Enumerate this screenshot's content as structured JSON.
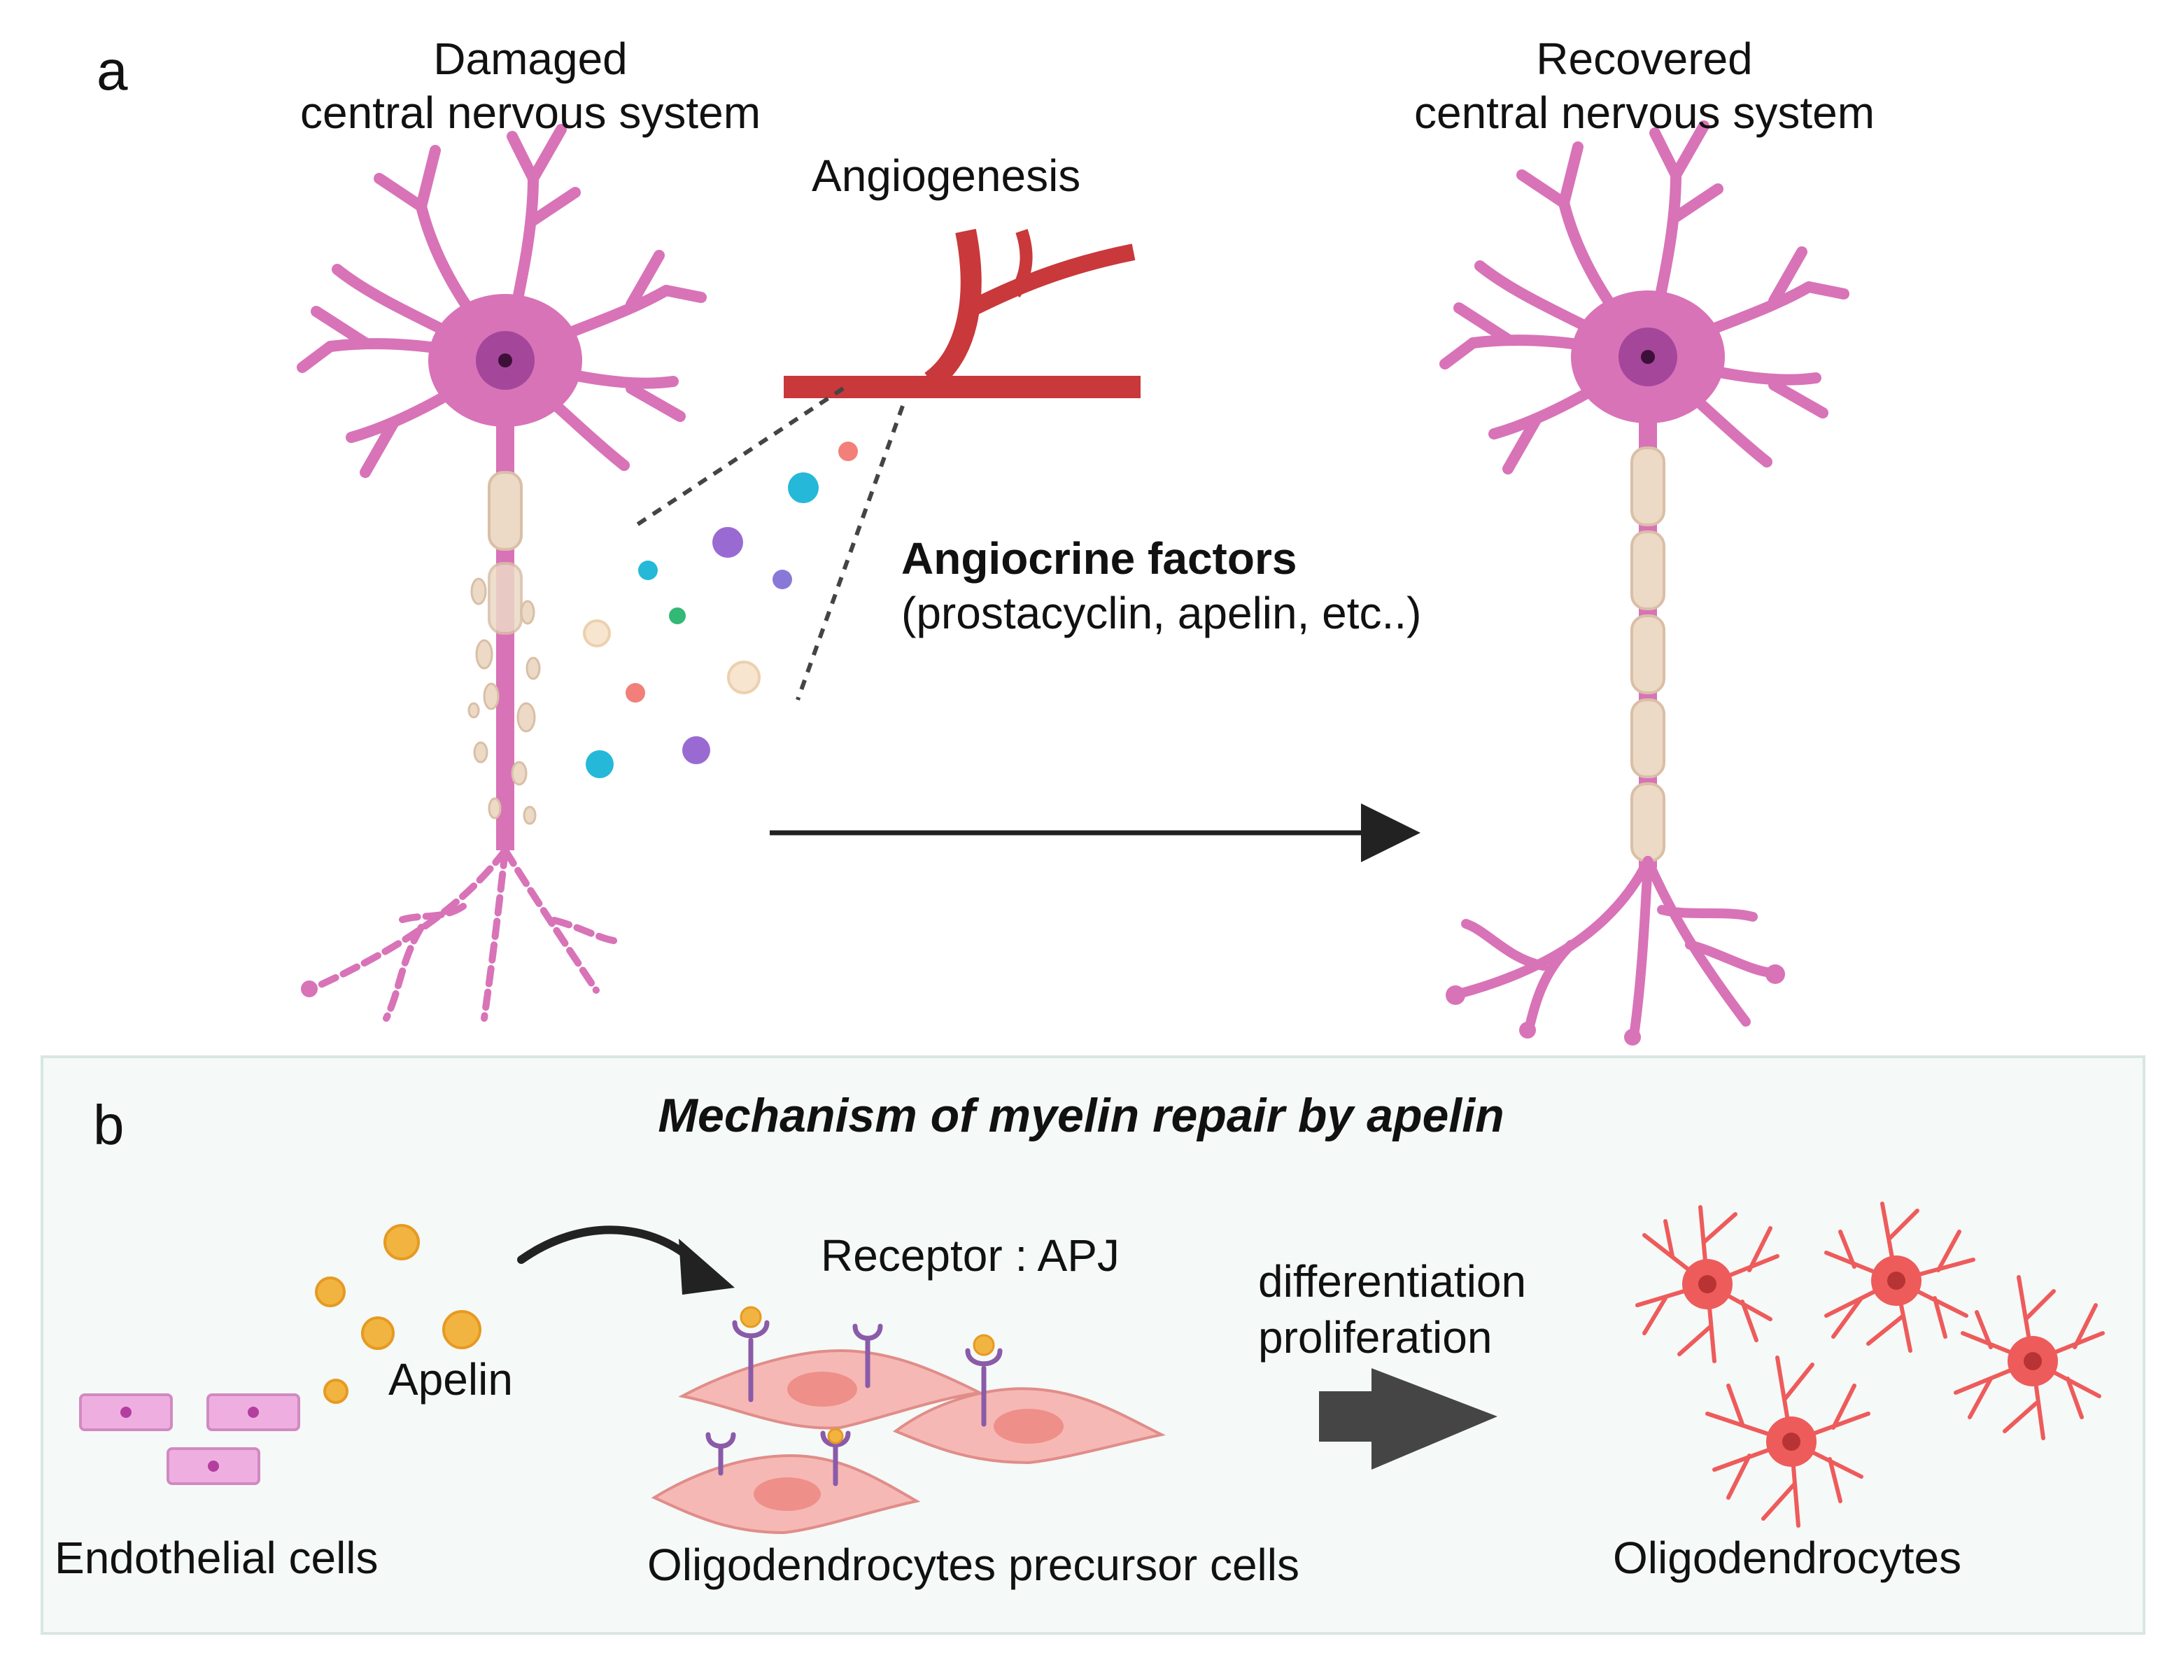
{
  "panel_a": {
    "letter": "a",
    "damaged_title": [
      "Damaged",
      "central nervous system"
    ],
    "recovered_title": [
      "Recovered",
      "central nervous system"
    ],
    "angiogenesis_label": "Angiogenesis",
    "factors_title": "Angiocrine factors",
    "factors_examples": "(prostacyclin, apelin, etc..)"
  },
  "panel_b": {
    "letter": "b",
    "title": "Mechanism of myelin repair by apelin",
    "endothelial_label": "Endothelial cells",
    "apelin_label": "Apelin",
    "receptor_label": "Receptor : APJ",
    "process_labels": [
      "differentiation",
      "proliferation"
    ],
    "opc_label": "Oligodendrocytes precursor cells",
    "oligo_label": "Oligodendrocytes"
  },
  "colors": {
    "neuron": "#d873b8",
    "neuron_nucleus": "#9b3d8c",
    "myelin": "#ecd9c6",
    "vessel": "#c9383b",
    "apelin": "#f2b440",
    "opc": "#f6b8b5",
    "oligodendrocyte": "#ee5b5b",
    "receptor": "#8a5ba8",
    "endothelial": "#efaee0",
    "arrow": "#222222",
    "panel_b_bg": "#f5f9f8"
  }
}
